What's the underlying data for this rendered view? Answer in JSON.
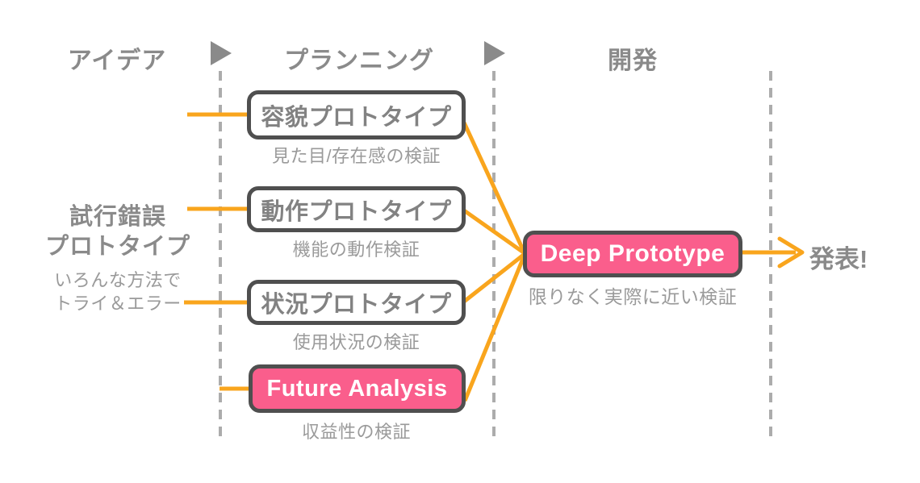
{
  "phases": {
    "idea": "アイデア",
    "planning": "プランニング",
    "development": "開発"
  },
  "left_label": {
    "title1": "試行錯誤",
    "title2": "プロトタイプ",
    "sub1": "いろんな方法で",
    "sub2": "トライ＆エラー"
  },
  "boxes": [
    {
      "label": "容貌プロトタイプ",
      "caption": "見た目/存在感の検証"
    },
    {
      "label": "動作プロトタイプ",
      "caption": "機能の動作検証"
    },
    {
      "label": "状況プロトタイプ",
      "caption": "使用状況の検証"
    },
    {
      "label": "Future Analysis",
      "caption": "収益性の検証"
    }
  ],
  "deep": {
    "label": "Deep Prototype",
    "caption": "限りなく実際に近い検証"
  },
  "result": "発表!",
  "colors": {
    "pink": "#FA5E8C",
    "orange": "#F9A51D",
    "box_border": "#4F4F4F",
    "strong_gray_text": "#8A8A8A",
    "caption_gray_text": "#9A9A9A",
    "dashed_line_gray": "#ACACAC"
  }
}
